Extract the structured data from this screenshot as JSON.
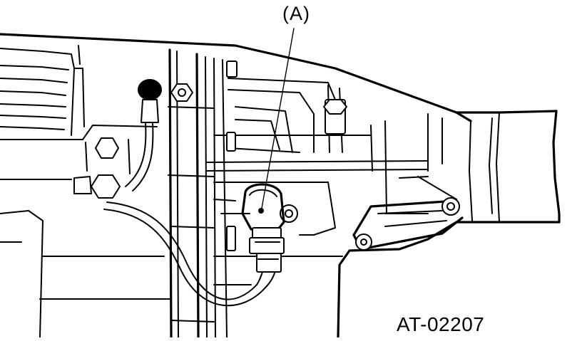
{
  "diagram": {
    "callout_label": "(A)",
    "figure_id": "AT-02207",
    "icons": [
      "transmission-case",
      "sensor-part-a",
      "bolt",
      "wire-harness",
      "connector"
    ],
    "colors": {
      "line": "#000000",
      "background": "#ffffff"
    }
  }
}
